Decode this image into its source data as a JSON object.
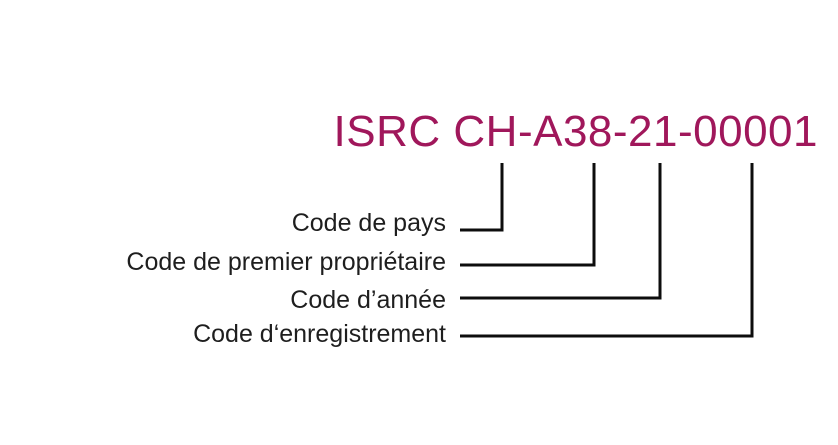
{
  "isrc": {
    "code": "ISRC CH-A38-21-00001"
  },
  "segments": [
    {
      "id": "country",
      "label": "Code de pays"
    },
    {
      "id": "owner",
      "label": "Code de premier propriétaire"
    },
    {
      "id": "year",
      "label": "Code d’année"
    },
    {
      "id": "record",
      "label": "Code d‘enregistrement"
    }
  ],
  "colors": {
    "code": "#a0175b",
    "labels": "#1e1e1e",
    "lines": "#0d0d0d",
    "background": "#ffffff"
  }
}
